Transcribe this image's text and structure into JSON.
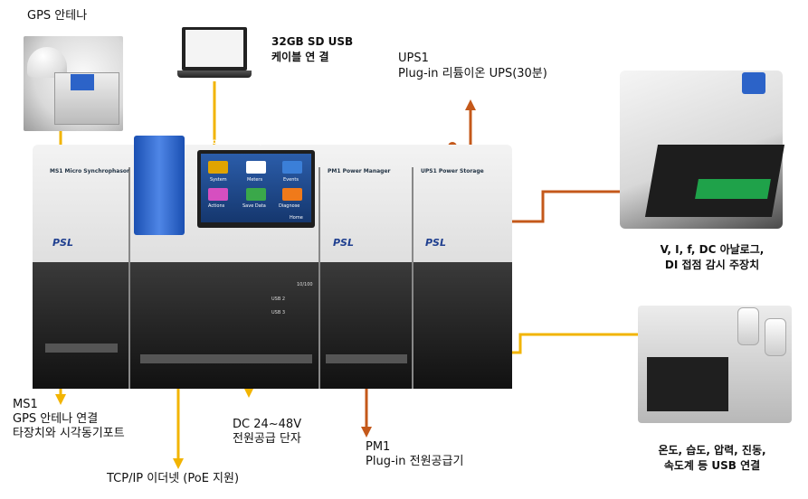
{
  "labels": {
    "gps_antenna": "GPS 안테나",
    "sd_usb_line1": "32GB SD USB",
    "sd_usb_line2": "케이블 연 결",
    "ups_line1": "UPS1",
    "ups_line2": "Plug-in 리튬이온 UPS(30분)",
    "analog_line1": "V, I, f, DC 아날로그,",
    "analog_line2": "DI 접점 감시 주장치",
    "ms1_line1": "MS1",
    "ms1_line2": "GPS 안테나  연결",
    "ms1_line3": "타장치와 시각동기포트",
    "dc_line1": "DC 24~48V",
    "dc_line2": "전원공급 단자",
    "pm1_line1": "PM1",
    "pm1_line2": "Plug-in 전원공급기",
    "tcpip": "TCP/IP 이더넷 (PoE 지원)",
    "sensors_line1": "온도, 습도, 압력, 진동,",
    "sensors_line2": "속도계 등 USB 연결"
  },
  "device": {
    "brand": "PSL",
    "model_title": "PQube 3  AC Analyzer",
    "module_ms1": "MS1 Micro Synchrophasor",
    "module_pm1": "PM1 Power Manager",
    "module_ups1": "UPS1 Power Storage",
    "screen_tiles": [
      "System",
      "Meters",
      "Events",
      "Actions",
      "Save Data",
      "Diagnose"
    ],
    "screen_home": "Home",
    "port_usb2": "USB 2",
    "port_usb3": "USB 3",
    "port_eth": "10/100"
  },
  "colors": {
    "yellow_line": "#f2b400",
    "brown_line": "#c4581a"
  }
}
